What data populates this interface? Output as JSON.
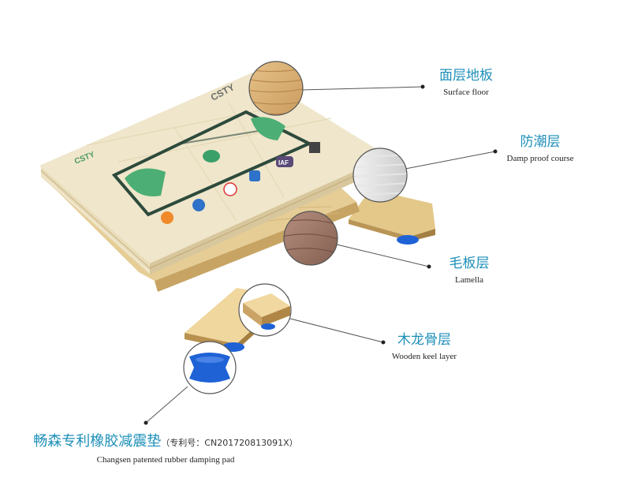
{
  "colors": {
    "label_cn": "#1d8fb8",
    "label_en": "#222222",
    "plywood": "#e9d29b",
    "surface": "#efe6cb",
    "pad_blue": "#1f62d6"
  },
  "floor_print": {
    "brand": "CSTY",
    "badges": [
      "IAF"
    ]
  },
  "layers": [
    {
      "cn": "面层地板",
      "en": "Surface floor"
    },
    {
      "cn": "防潮层",
      "en": "Damp proof course"
    },
    {
      "cn": "毛板层",
      "en": "Lamella"
    },
    {
      "cn": "木龙骨层",
      "en": "Wooden keel layer"
    }
  ],
  "pad": {
    "cn": "畅森专利橡胶减震垫",
    "patent": "（专利号：CN201720813091X）",
    "en": "Changsen patented rubber damping pad"
  }
}
